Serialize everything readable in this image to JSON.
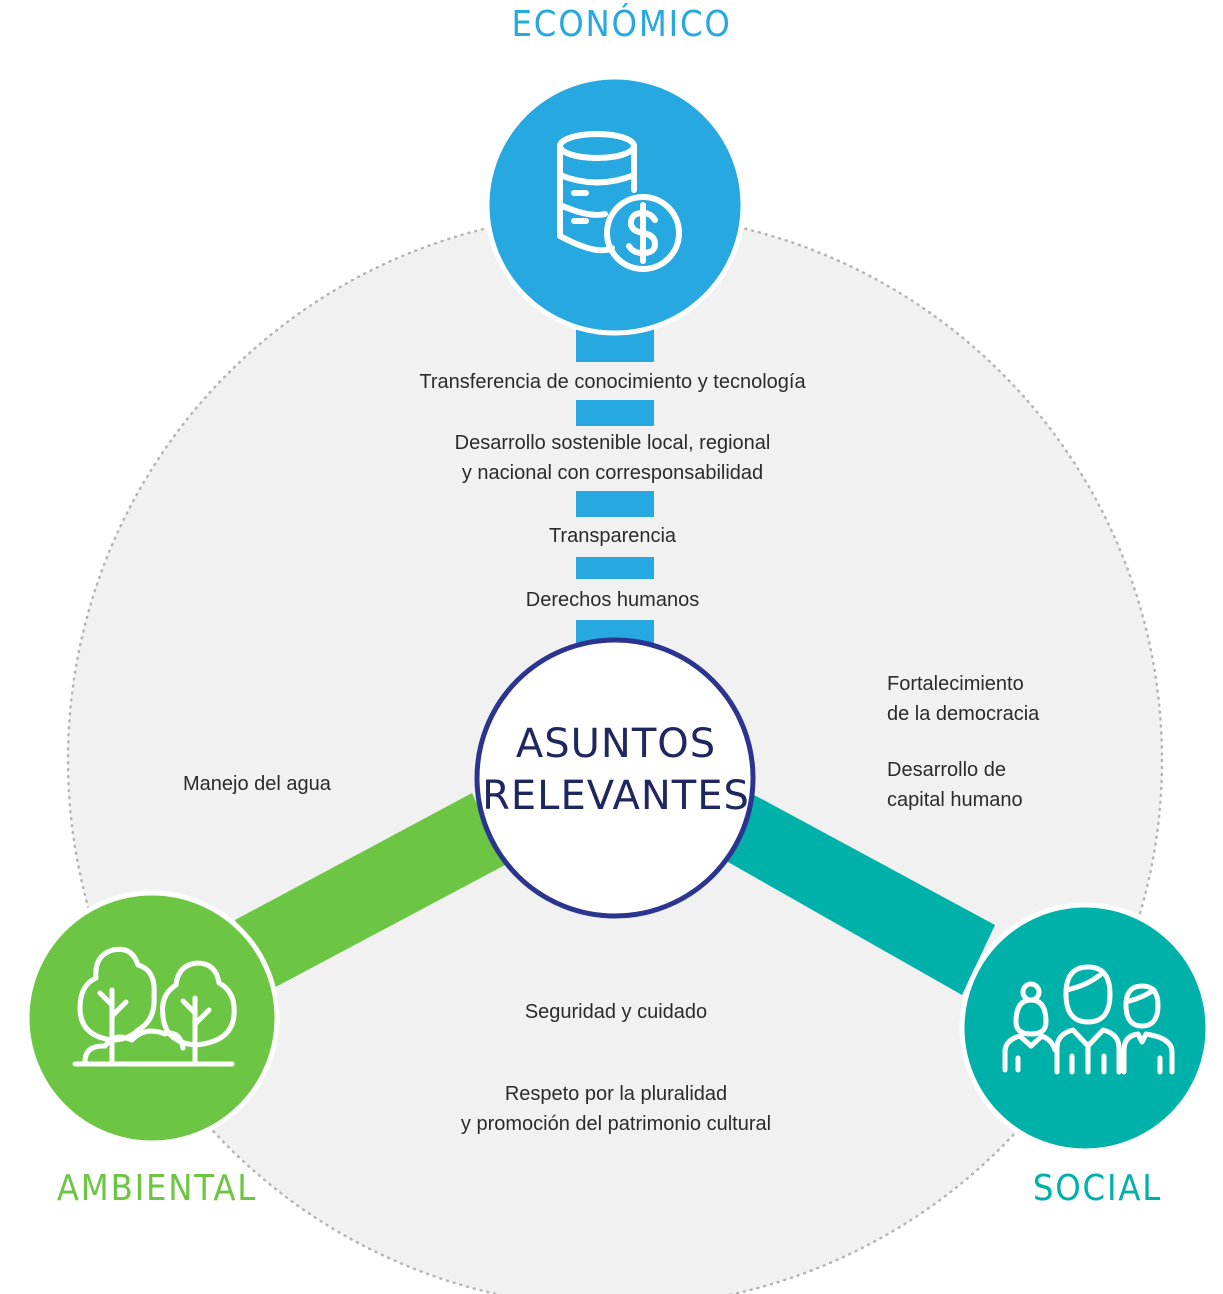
{
  "pillars": {
    "economico": {
      "label": "ECONÓMICO",
      "color": "#27a8e0",
      "icon": "money-database-icon"
    },
    "ambiental": {
      "label": "AMBIENTAL",
      "color": "#6cc644",
      "icon": "trees-icon"
    },
    "social": {
      "label": "SOCIAL",
      "color": "#00b1a9",
      "icon": "people-icon"
    }
  },
  "center": {
    "line1": "ASUNTOS",
    "line2": "RELEVANTES",
    "border_color": "#2b3590"
  },
  "topics": {
    "economico": [
      {
        "lines": [
          "Transferencia de conocimiento y tecnología"
        ]
      },
      {
        "lines": [
          "Desarrollo sostenible local, regional",
          "y nacional con corresponsabilidad"
        ]
      },
      {
        "lines": [
          "Transparencia"
        ]
      },
      {
        "lines": [
          "Derechos humanos"
        ]
      }
    ],
    "social": [
      {
        "lines": [
          "Fortalecimiento",
          "de la democracia"
        ]
      },
      {
        "lines": [
          "Desarrollo de",
          "capital humano"
        ]
      }
    ],
    "ambiental": [
      {
        "lines": [
          "Manejo del agua"
        ]
      }
    ],
    "shared": [
      {
        "lines": [
          "Seguridad y cuidado"
        ]
      },
      {
        "lines": [
          "Respeto por la pluralidad",
          "y promoción del patrimonio cultural"
        ]
      }
    ]
  }
}
